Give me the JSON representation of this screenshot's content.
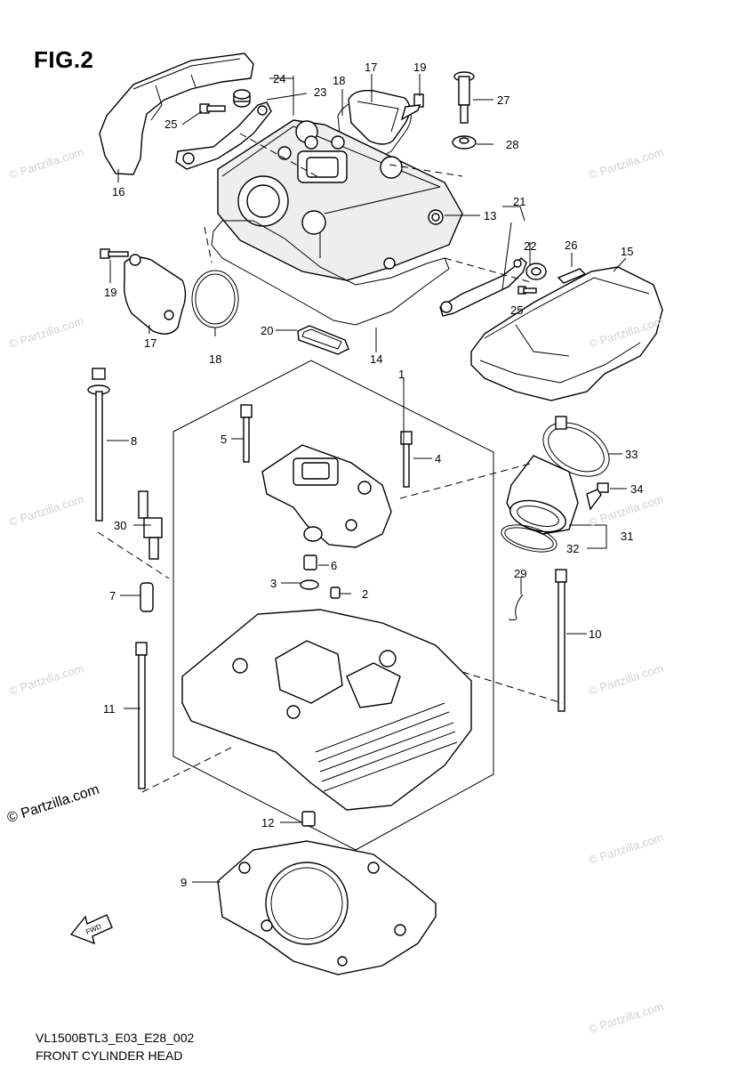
{
  "figure": {
    "title": "FIG.2",
    "model_code": "VL1500BTL3_E03_E28_002",
    "caption": "FRONT CYLINDER HEAD",
    "watermark_main": "© Partzilla.com",
    "watermark_faint": "© Partzilla.com",
    "direction_arrow_label": "FWD"
  },
  "callouts": [
    {
      "id": "1",
      "label": "1"
    },
    {
      "id": "2",
      "label": "2"
    },
    {
      "id": "3",
      "label": "3"
    },
    {
      "id": "4",
      "label": "4"
    },
    {
      "id": "5",
      "label": "5"
    },
    {
      "id": "6",
      "label": "6"
    },
    {
      "id": "7",
      "label": "7"
    },
    {
      "id": "8",
      "label": "8"
    },
    {
      "id": "9",
      "label": "9"
    },
    {
      "id": "10",
      "label": "10"
    },
    {
      "id": "11",
      "label": "11"
    },
    {
      "id": "12",
      "label": "12"
    },
    {
      "id": "13",
      "label": "13"
    },
    {
      "id": "14",
      "label": "14"
    },
    {
      "id": "15",
      "label": "15"
    },
    {
      "id": "16",
      "label": "16"
    },
    {
      "id": "17a",
      "label": "17"
    },
    {
      "id": "17b",
      "label": "17"
    },
    {
      "id": "18a",
      "label": "18"
    },
    {
      "id": "18b",
      "label": "18"
    },
    {
      "id": "19a",
      "label": "19"
    },
    {
      "id": "19b",
      "label": "19"
    },
    {
      "id": "20",
      "label": "20"
    },
    {
      "id": "21",
      "label": "21"
    },
    {
      "id": "22",
      "label": "22"
    },
    {
      "id": "23",
      "label": "23"
    },
    {
      "id": "24",
      "label": "24"
    },
    {
      "id": "25a",
      "label": "25"
    },
    {
      "id": "25b",
      "label": "25"
    },
    {
      "id": "26",
      "label": "26"
    },
    {
      "id": "27",
      "label": "27"
    },
    {
      "id": "28",
      "label": "28"
    },
    {
      "id": "29",
      "label": "29"
    },
    {
      "id": "30",
      "label": "30"
    },
    {
      "id": "31",
      "label": "31"
    },
    {
      "id": "32",
      "label": "32"
    },
    {
      "id": "33",
      "label": "33"
    },
    {
      "id": "34",
      "label": "34"
    }
  ]
}
